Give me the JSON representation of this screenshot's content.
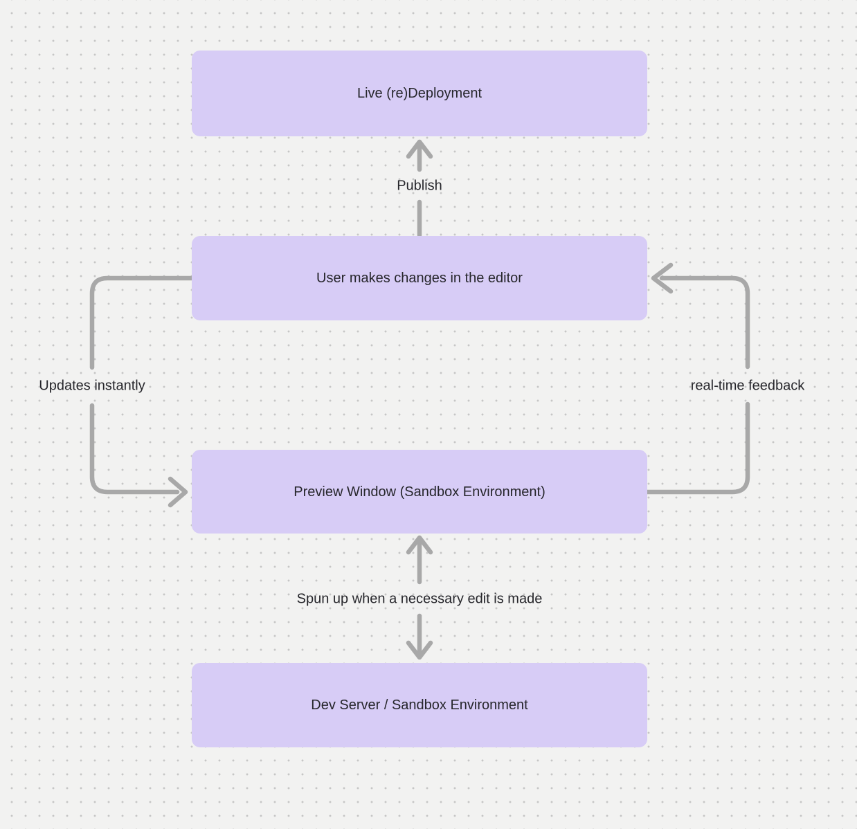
{
  "meta": {
    "background_color": "#f2f2f1",
    "dot_color": "#c6c6c6",
    "node_fill_color": "#d7ccf6",
    "node_text_color": "#26262b",
    "connector_color": "#a8a8a8"
  },
  "diagram": {
    "nodes": [
      {
        "id": "live-redeployment",
        "label": "Live (re)Deployment"
      },
      {
        "id": "user-editor",
        "label": "User makes changes in the editor"
      },
      {
        "id": "preview-window",
        "label": "Preview Window (Sandbox Environment)"
      },
      {
        "id": "dev-server",
        "label": "Dev Server / Sandbox Environment"
      }
    ],
    "edges": [
      {
        "id": "publish",
        "label": "Publish",
        "from": "user-editor",
        "to": "live-redeployment",
        "direction": "up"
      },
      {
        "id": "updates-instantly",
        "label": "Updates instantly",
        "from": "user-editor",
        "to": "preview-window",
        "direction": "left-loop-down"
      },
      {
        "id": "real-time-feedback",
        "label": "real-time feedback",
        "from": "preview-window",
        "to": "user-editor",
        "direction": "right-loop-up"
      },
      {
        "id": "spun-up",
        "label": "Spun up when a necessary edit is made",
        "from": "preview-window",
        "to": "dev-server",
        "direction": "both"
      }
    ]
  }
}
